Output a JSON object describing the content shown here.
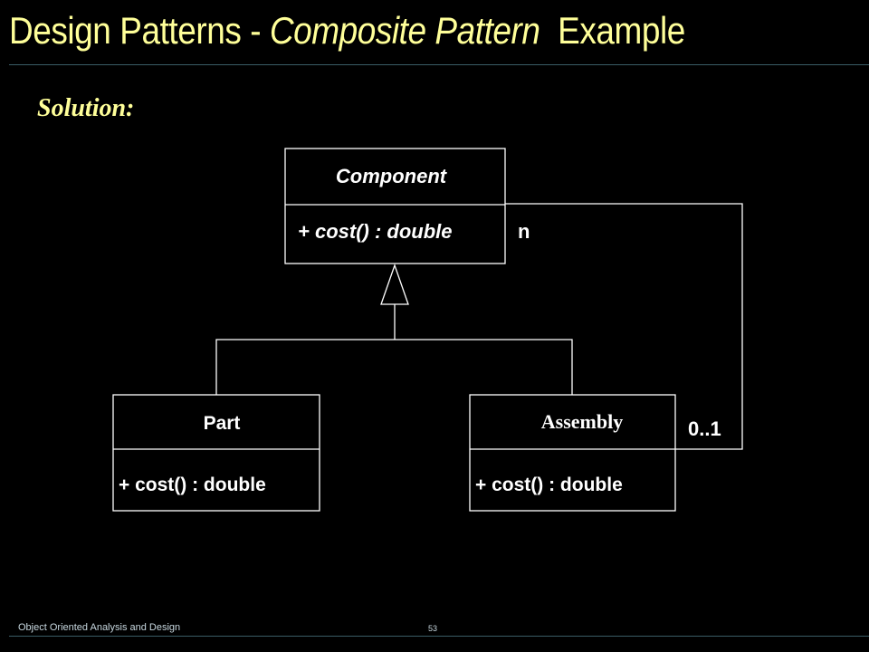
{
  "slide": {
    "title_prefix": "Design Patterns - ",
    "title_emphasis": "Composite Pattern",
    "title_suffix": "  Example",
    "subtitle": "Solution:"
  },
  "diagram": {
    "component": {
      "name": "Component",
      "method": "+ cost() : double"
    },
    "part": {
      "name": "Part",
      "method": "+ cost() : double"
    },
    "assembly": {
      "name": "Assembly",
      "method": "+ cost() : double"
    },
    "multiplicity_component": "n",
    "multiplicity_assembly": "0..1"
  },
  "footer": {
    "course": "Object Oriented Analysis and Design",
    "page": "53"
  },
  "colors": {
    "background": "#000000",
    "title": "#ffff99",
    "diagram_lines": "#ffffff"
  }
}
